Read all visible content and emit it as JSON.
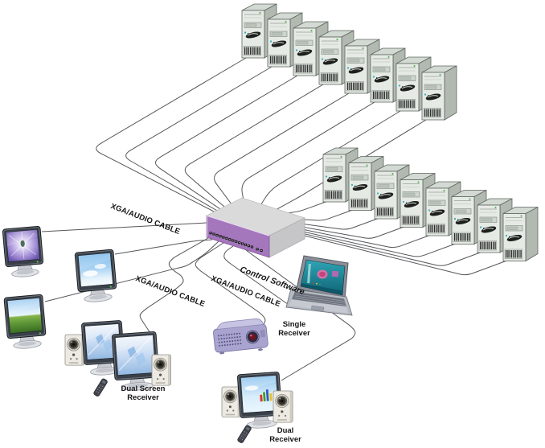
{
  "diagram": {
    "cable_labels": [
      "XGA/AUDIO CABLE",
      "XGA/AUDIO CABLE",
      "XGA/AUDIO CABLE"
    ],
    "control_software_label": "Control Software",
    "receiver_labels": {
      "single": "Single Receiver",
      "dual_screen": "Dual Screen Receiver",
      "dual": "Dual Receiver"
    },
    "devices": {
      "computer_towers_top_row": 8,
      "computer_towers_right_row": 8,
      "matrix_switch": {
        "visible_ports": 16,
        "front_color": "#a476bc"
      },
      "standalone_monitors": 3,
      "control_laptop": 1,
      "projector_single_receiver": 1,
      "dual_screen_receiver": {
        "monitors": 2,
        "speakers": 2,
        "remotes": 1
      },
      "dual_receiver": {
        "monitors": 1,
        "speakers": 2,
        "remotes": 1
      }
    },
    "colors": {
      "background": "#ffffff",
      "cable": "#55565a",
      "tower_front": "#e5eae4",
      "switch_front": "#a476bc",
      "switch_top": "#dadada",
      "projector_body": "#a9a4cf",
      "label_text": "#141414"
    }
  }
}
